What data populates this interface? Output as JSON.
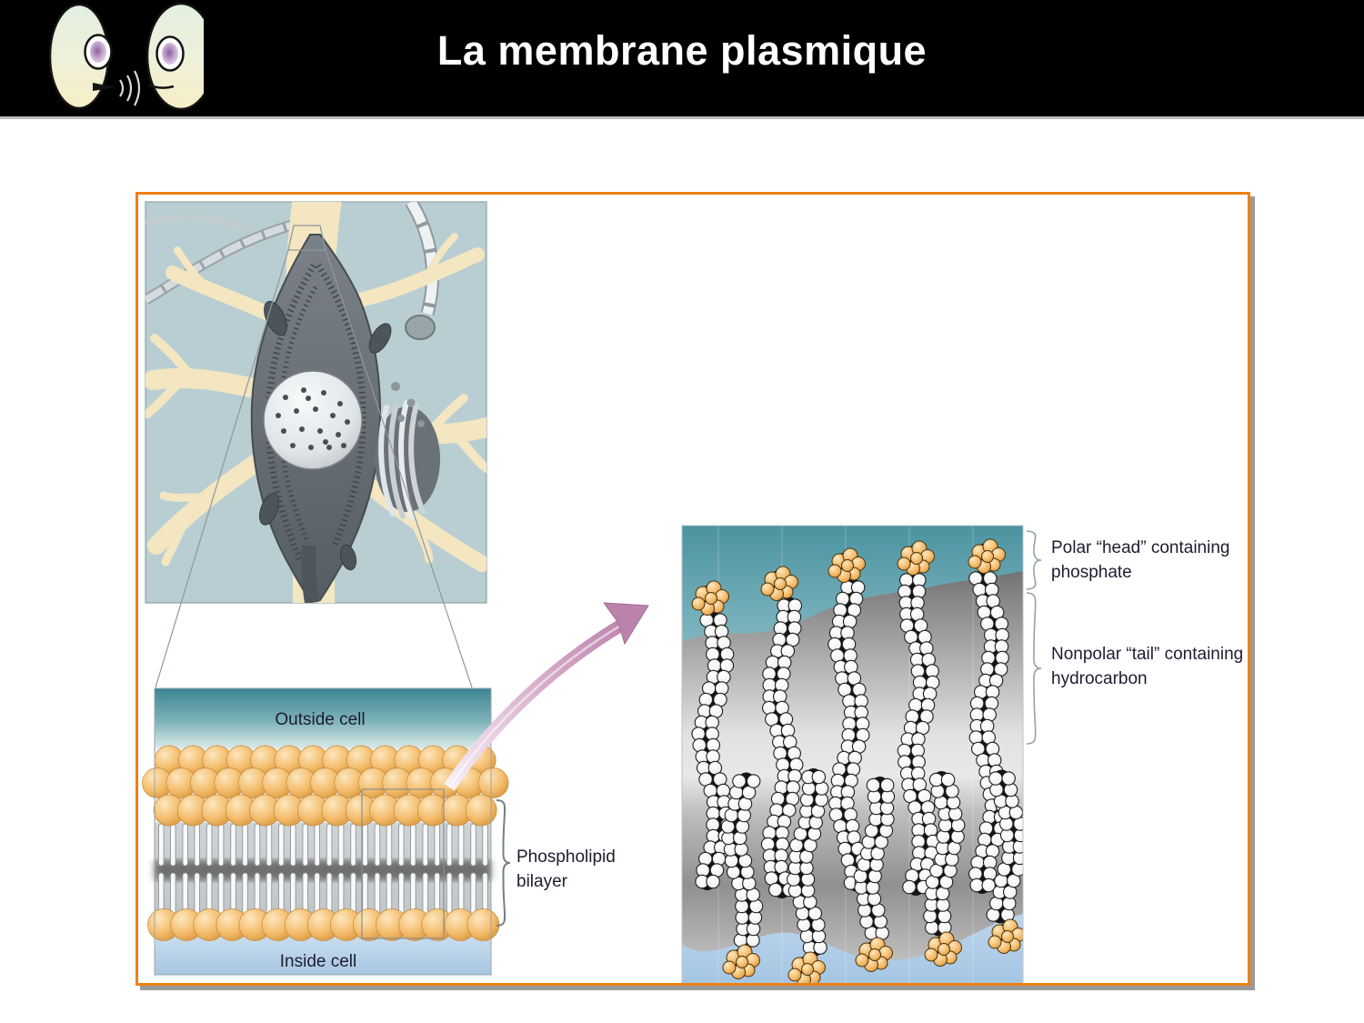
{
  "header": {
    "title": "La membrane plasmique"
  },
  "figure": {
    "bilayer_diagram": {
      "outside_cell": "Outside cell",
      "inside_cell": "Inside cell",
      "brace_label": {
        "line1": "Phospholipid",
        "line2": "bilayer"
      }
    },
    "molecular_view": {
      "polar_label": {
        "line1": "Polar “head” containing",
        "line2": "phosphate"
      },
      "nonpolar_label": {
        "line1": "Nonpolar “tail” containing",
        "line2": "hydrocarbon"
      }
    }
  },
  "colors": {
    "header_bg": "#000000",
    "title_text": "#ffffff",
    "frame_border": "#ee8112",
    "label_text": "#1d1d30",
    "phospholipid_head_orange": "#f0b464",
    "outside_cell_teal": "#3c8593",
    "inside_cell_blue": "#a7c6e2",
    "membrane_gray": "#bdbdbd",
    "neuron_panel_blue": "#b8ced2",
    "dendrite_beige": "#f3e6c1",
    "zoom_arrow_pink": "#bc86ac"
  }
}
